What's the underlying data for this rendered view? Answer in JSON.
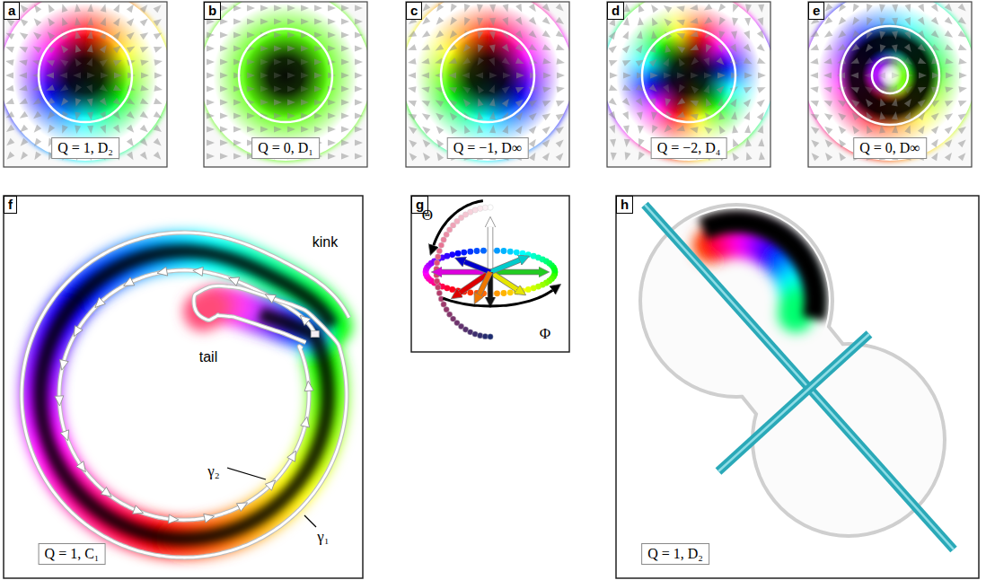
{
  "diagram": {
    "labels": [
      "a",
      "Q = 1, D₂",
      "b",
      "Q = 0, D₁",
      "c",
      "Q = −1, D∞",
      "d",
      "Q = −2, D₄",
      "e",
      "Q = 0, D∞",
      "f",
      "kink",
      "tail",
      "γ₂",
      "γ₁",
      "Q = 1, C₁",
      "g",
      "Θ",
      "Φ",
      "h",
      "Q = 1, D₂"
    ]
  }
}
